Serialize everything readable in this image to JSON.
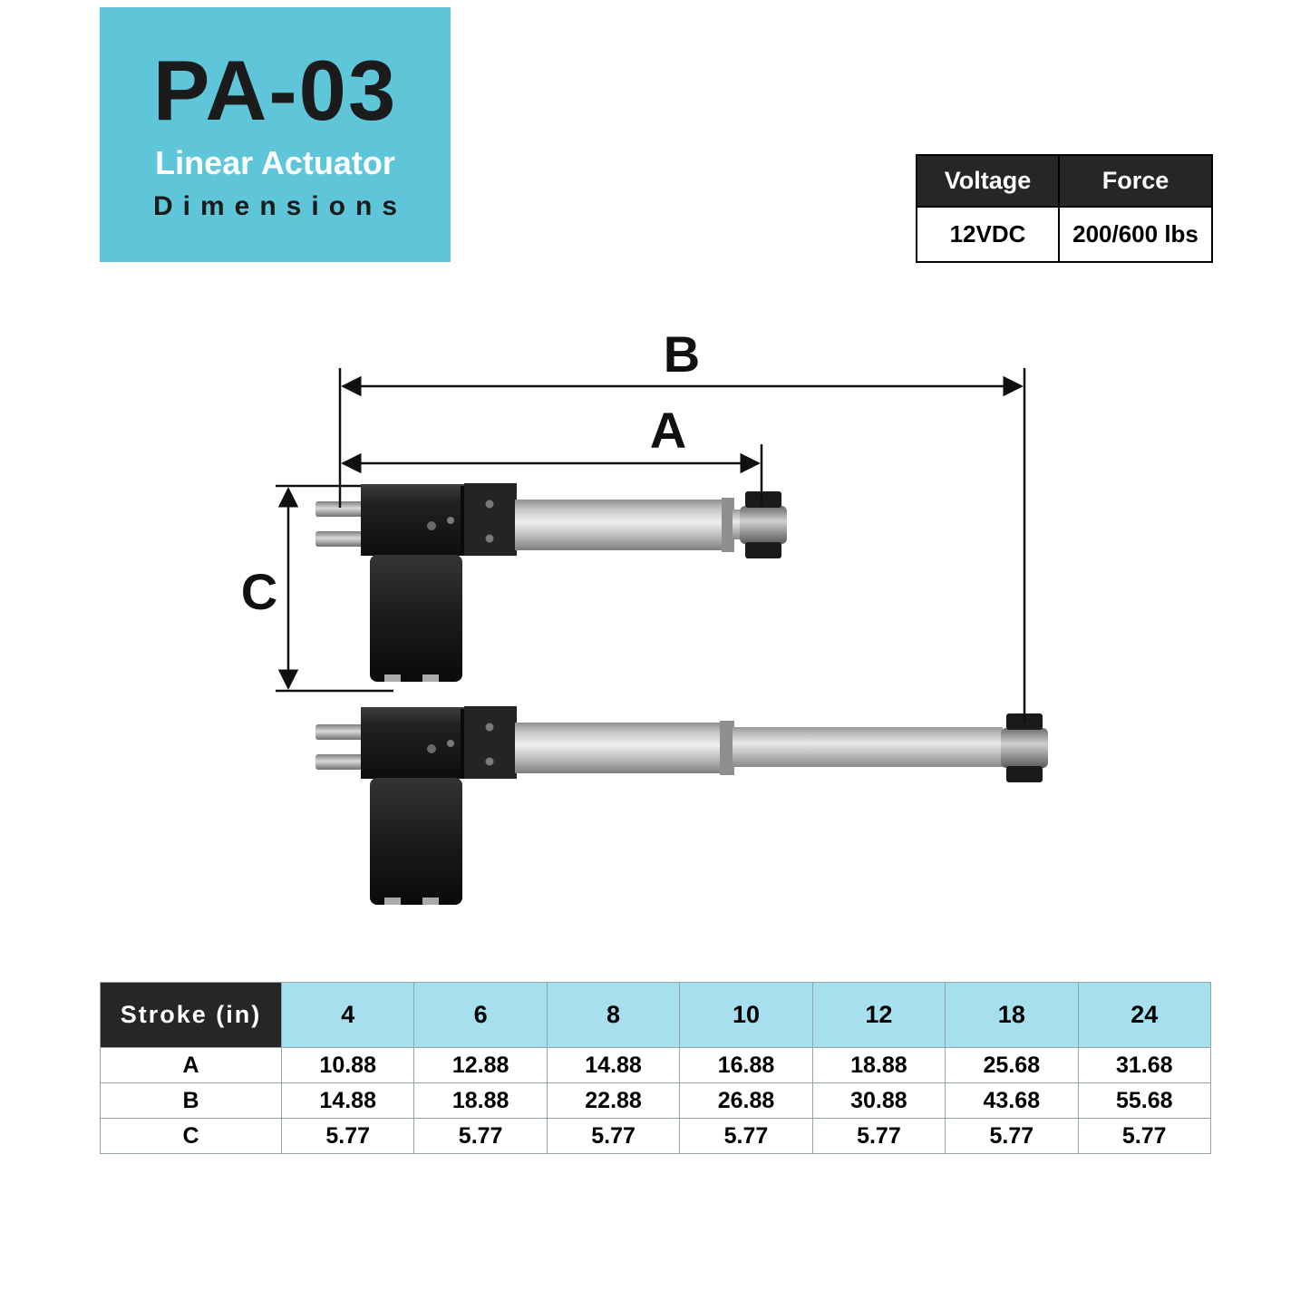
{
  "colors": {
    "accent_blue": "#5fc6d9",
    "light_blue": "#a6dfee",
    "dark_header": "#262626"
  },
  "title_card": {
    "model": "PA-03",
    "line1": "Linear Actuator",
    "line2": "Dimensions"
  },
  "spec_table": {
    "voltage_header": "Voltage",
    "force_header": "Force",
    "voltage_value": "12VDC",
    "force_value": "200/600 lbs"
  },
  "diagram": {
    "label_a": "A",
    "label_b": "B",
    "label_c": "C"
  },
  "dimension_table": {
    "corner_label": "Stroke (in)",
    "stroke_columns": [
      "4",
      "6",
      "8",
      "10",
      "12",
      "18",
      "24"
    ],
    "rows": [
      {
        "label": "A",
        "values": [
          "10.88",
          "12.88",
          "14.88",
          "16.88",
          "18.88",
          "25.68",
          "31.68"
        ]
      },
      {
        "label": "B",
        "values": [
          "14.88",
          "18.88",
          "22.88",
          "26.88",
          "30.88",
          "43.68",
          "55.68"
        ]
      },
      {
        "label": "C",
        "values": [
          "5.77",
          "5.77",
          "5.77",
          "5.77",
          "5.77",
          "5.77",
          "5.77"
        ]
      }
    ]
  }
}
